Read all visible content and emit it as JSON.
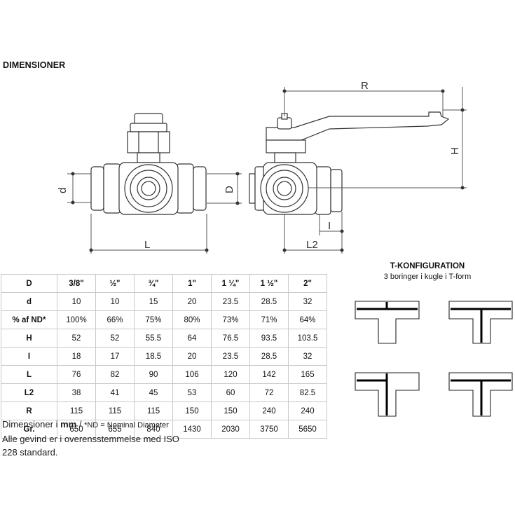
{
  "heading": "DIMENSIONER",
  "dim_labels": {
    "d": "d",
    "D": "D",
    "L": "L",
    "R": "R",
    "H": "H",
    "I": "I",
    "L2": "L2"
  },
  "table": {
    "columns": [
      "D",
      "3/8\"",
      "½\"",
      "¾\"",
      "1\"",
      "1 ¼\"",
      "1 ½\"",
      "2\""
    ],
    "rows": [
      [
        "d",
        "10",
        "10",
        "15",
        "20",
        "23.5",
        "28.5",
        "32"
      ],
      [
        "% af ND*",
        "100%",
        "66%",
        "75%",
        "80%",
        "73%",
        "71%",
        "64%"
      ],
      [
        "H",
        "52",
        "52",
        "55.5",
        "64",
        "76.5",
        "93.5",
        "103.5"
      ],
      [
        "I",
        "18",
        "17",
        "18.5",
        "20",
        "23.5",
        "28.5",
        "32"
      ],
      [
        "L",
        "76",
        "82",
        "90",
        "106",
        "120",
        "142",
        "165"
      ],
      [
        "L2",
        "38",
        "41",
        "45",
        "53",
        "60",
        "72",
        "82.5"
      ],
      [
        "R",
        "115",
        "115",
        "115",
        "150",
        "150",
        "240",
        "240"
      ],
      [
        "Gr.",
        "650",
        "655",
        "840",
        "1430",
        "2030",
        "3750",
        "5650"
      ]
    ]
  },
  "notes": {
    "line1_a": "Dimensioner i ",
    "line1_unit": "mm",
    "line1_b": " / ",
    "line1_nd": "*ND = Nominal Diameter",
    "line2": "Alle gevind er i overensstemmelse med ISO 228 standard."
  },
  "t_config": {
    "title": "T-KONFIGURATION",
    "subtitle": "3 boringer i kugle i T-form"
  }
}
